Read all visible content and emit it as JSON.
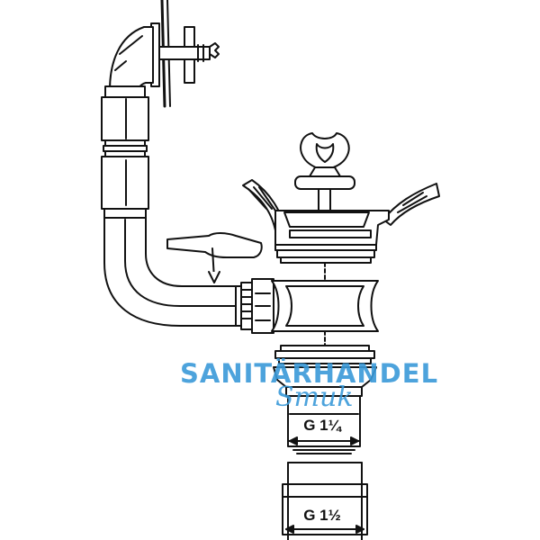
{
  "labels": {
    "thread_upper": "G 1¼",
    "thread_lower": "G 1½"
  },
  "watermark": {
    "brand": "SANITÄRHANDEL",
    "name": "Smuk",
    "color": "#3a9ad9"
  },
  "colors": {
    "line": "#111111",
    "background": "#ffffff"
  }
}
